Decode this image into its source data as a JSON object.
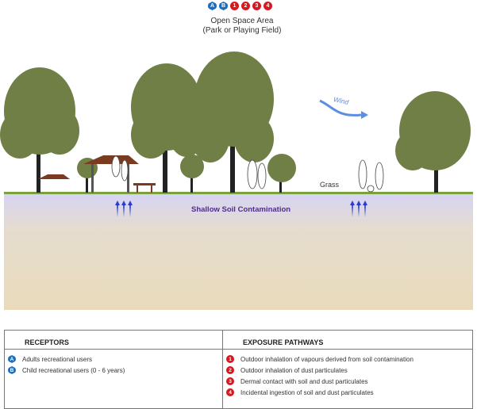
{
  "badges": {
    "receptors": [
      "A",
      "B"
    ],
    "pathways": [
      "1",
      "2",
      "3",
      "4"
    ]
  },
  "title": {
    "line1": "Open Space Area",
    "line2": "(Park or Playing Field)"
  },
  "scene": {
    "wind_label": "Wind",
    "grass_label": "Grass",
    "soil_label": "Shallow Soil Contamination"
  },
  "colors": {
    "receptor": "#1b6fc0",
    "pathway": "#d8171e",
    "tree": "#6f7f45",
    "soil": "#e8dcbf",
    "contamination": "#d8d6f2"
  },
  "legend": {
    "receptors_header": "RECEPTORS",
    "pathways_header": "EXPOSURE PATHWAYS",
    "receptors": [
      {
        "id": "A",
        "label": "Adults recreational users"
      },
      {
        "id": "B",
        "label": "Child recreational users (0 - 6 years)"
      }
    ],
    "pathways": [
      {
        "id": "1",
        "label": "Outdoor inhalation of vapours derived from soil contamination"
      },
      {
        "id": "2",
        "label": "Outdoor inhalation of dust particulates"
      },
      {
        "id": "3",
        "label": "Dermal contact with soil and dust particulates"
      },
      {
        "id": "4",
        "label": "Incidental ingestion of soil and dust particulates"
      }
    ]
  }
}
